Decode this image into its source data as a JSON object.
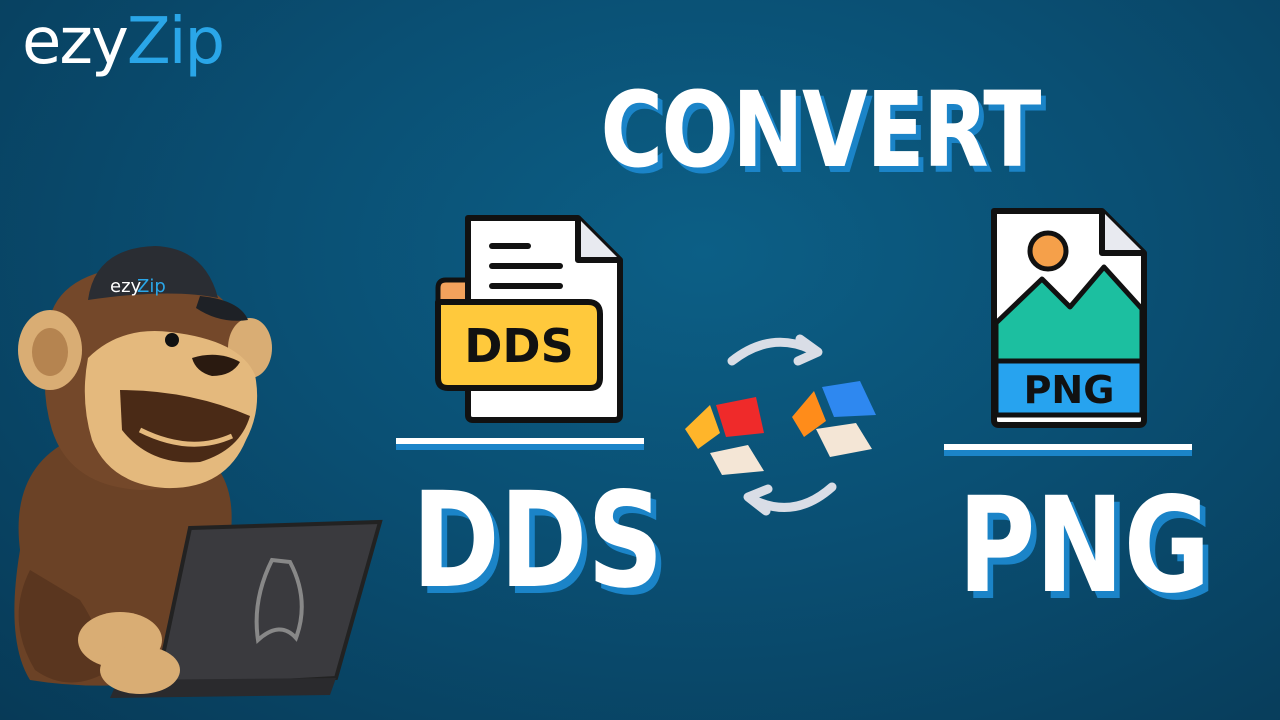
{
  "brand": {
    "logo_part1": "ezy",
    "logo_part2": "Zip",
    "cap_logo_part1": "ezy",
    "cap_logo_part2": "Zip"
  },
  "headline": "CONVERT",
  "conversion": {
    "from_format": "DDS",
    "to_format": "PNG",
    "from_icon_label": "DDS",
    "to_icon_label": "PNG"
  },
  "icons": {
    "source_file": "dds-file-icon",
    "target_file": "png-image-file-icon",
    "convert": "convert-arrows-icon",
    "mascot": "monkey-mascot-with-laptop"
  },
  "colors": {
    "background": "#0a4f73",
    "text_shadow": "#1b84c8",
    "logo_accent": "#2aa6e8",
    "dds_yellow": "#ffc93c",
    "png_blue": "#27a3ef",
    "png_teal": "#1cbfa0"
  }
}
